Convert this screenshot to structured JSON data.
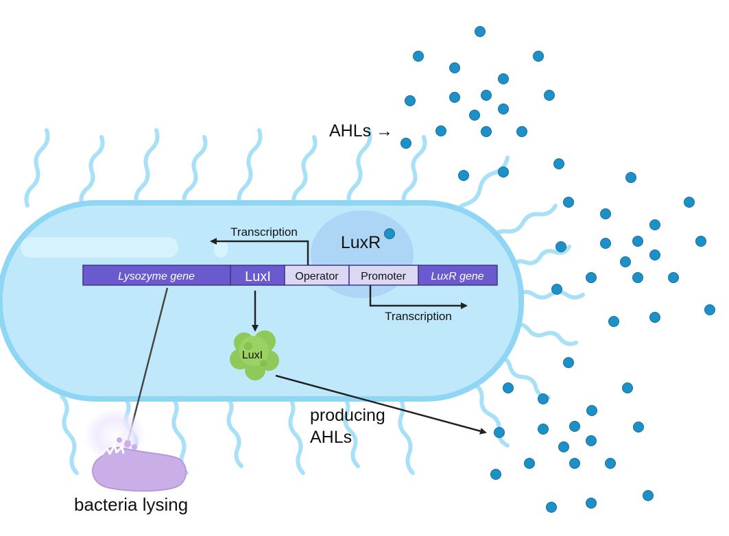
{
  "labels": {
    "ahls_arrow": "AHLs →",
    "luxr": "LuxR",
    "transcription_left": "Transcription",
    "transcription_right": "Transcription",
    "luxi_protein": "LuxI",
    "producing_line1": "producing",
    "producing_line2": "AHLs",
    "bacteria_lysing": "bacteria lysing"
  },
  "gene_segments": [
    {
      "name": "lysozyme",
      "label": "Lysozyme gene",
      "color": "#6a5acd",
      "italic": true
    },
    {
      "name": "luxi",
      "label": "LuxI",
      "color": "#6a5acd",
      "italic": false
    },
    {
      "name": "operator",
      "label": "Operator",
      "color": "#dcd8f3",
      "italic": false
    },
    {
      "name": "promoter",
      "label": "Promoter",
      "color": "#dcd8f3",
      "italic": false
    },
    {
      "name": "luxr",
      "label": "LuxR gene",
      "color": "#6a5acd",
      "italic": true
    }
  ],
  "colors": {
    "cell_body": "#bfe9fb",
    "cell_border": "#8fd6f4",
    "flagella": "#a8e0f7",
    "ahl_dot": "#1e90c8",
    "luxr_protein": "#a9d2f5",
    "luxi_protein": "#8fc95a",
    "lysed_cell": "#c9aee8"
  }
}
